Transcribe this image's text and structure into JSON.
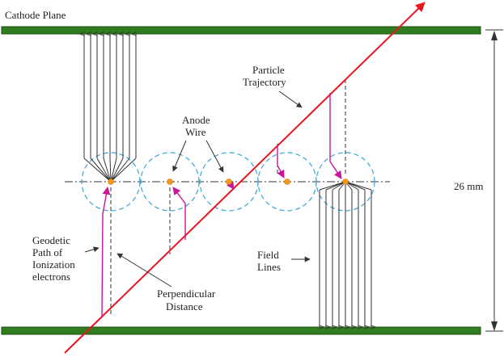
{
  "labels": {
    "cathode_plane": "Cathode Plane",
    "particle_line1": "Particle",
    "particle_line2": "Trajectory",
    "anode_line1": "Anode",
    "anode_line2": "Wire",
    "dimension": "26 mm",
    "geodetic_line1": "Geodetic",
    "geodetic_line2": "Path of",
    "geodetic_line3": "Ionization",
    "geodetic_line4": "electrons",
    "field_line1": "Field",
    "field_line2": "Lines",
    "perp_line1": "Perpendicular",
    "perp_line2": "Distance"
  },
  "colors": {
    "cathode": "#2f7d1e",
    "trajectory": "#e8141e",
    "electron_path": "#c8179a",
    "cell_circle": "#3aa6d8",
    "anode_wire": "#f39a1c",
    "line": "#333333"
  }
}
